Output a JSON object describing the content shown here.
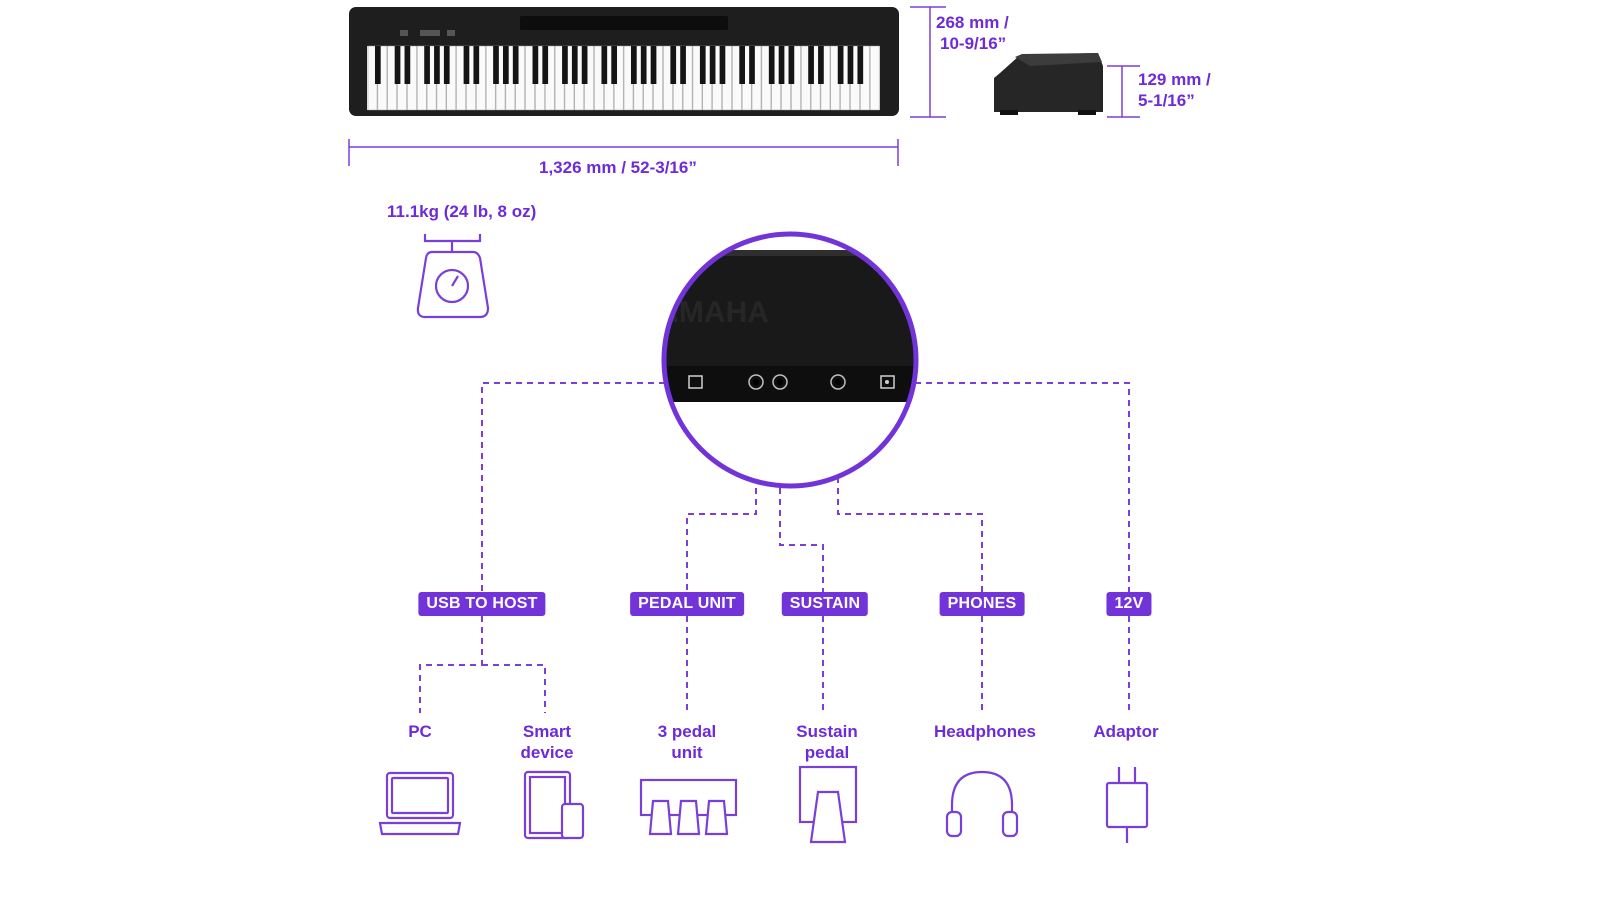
{
  "colors": {
    "accent": "#7234d8",
    "line": "#7a3fd8",
    "dark": "#1c1c1c"
  },
  "brand": "YAMAHA",
  "dimensions": {
    "width": "1,326 mm / 52-3/16”",
    "depth_line1": "268 mm /",
    "depth_line2": "10-9/16”",
    "height_line1": "129 mm /",
    "height_line2": "5-1/16”",
    "weight": "11.1kg (24 lb, 8 oz)"
  },
  "ports": [
    {
      "label": "USB TO HOST"
    },
    {
      "label": "PEDAL UNIT"
    },
    {
      "label": "SUSTAIN"
    },
    {
      "label": "PHONES"
    },
    {
      "label": "12V"
    }
  ],
  "devices": [
    {
      "line1": "PC",
      "line2": "",
      "icon": "laptop-icon"
    },
    {
      "line1": "Smart",
      "line2": "device",
      "icon": "tablet-phone-icon"
    },
    {
      "line1": "3 pedal",
      "line2": "unit",
      "icon": "pedal-unit-icon"
    },
    {
      "line1": "Sustain",
      "line2": "pedal",
      "icon": "sustain-pedal-icon"
    },
    {
      "line1": "Headphones",
      "line2": "",
      "icon": "headphones-icon"
    },
    {
      "line1": "Adaptor",
      "line2": "",
      "icon": "power-adaptor-icon"
    }
  ]
}
